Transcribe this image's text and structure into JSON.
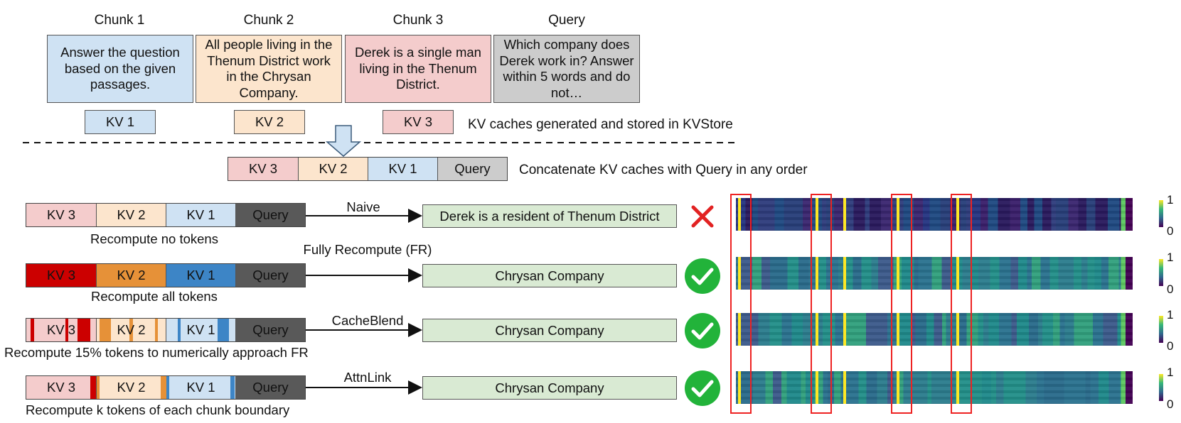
{
  "chunks": [
    {
      "header": "Chunk 1",
      "text": "Answer the question based on the given passages.",
      "kv": "KV 1"
    },
    {
      "header": "Chunk 2",
      "text": "All people living in the Thenum District work in the Chrysan Company.",
      "kv": "KV 2"
    },
    {
      "header": "Chunk 3",
      "text": "Derek is a single man living in the Thenum District.",
      "kv": "KV 3"
    },
    {
      "header": "Query",
      "text": "Which company does Derek work in? Answer within 5 words and do not…"
    }
  ],
  "notes": {
    "kv_stored": "KV caches generated and stored in KVStore",
    "concat": "Concatenate KV caches with Query in any order"
  },
  "concat_bar": [
    "KV 3",
    "KV 2",
    "KV 1",
    "Query"
  ],
  "rows": [
    {
      "bar": [
        "KV 3",
        "KV 2",
        "KV 1",
        "Query"
      ],
      "caption": "Recompute no tokens",
      "method": "Naive",
      "result": "Derek is a resident of Thenum District",
      "status": "wrong"
    },
    {
      "bar": [
        "KV 3",
        "KV 2",
        "KV 1",
        "Query"
      ],
      "caption": "Recompute all tokens",
      "method": "Fully Recompute (FR)",
      "result": "Chrysan Company",
      "status": "correct"
    },
    {
      "bar": [
        "KV 3",
        "KV 2",
        "KV 1",
        "Query"
      ],
      "caption": "Recompute 15% tokens to numerically approach FR",
      "method": "CacheBlend",
      "result": "Chrysan Company",
      "status": "correct"
    },
    {
      "bar": [
        "KV 3",
        "KV 2",
        "KV 1",
        "Query"
      ],
      "caption": "Recompute k tokens of each chunk boundary",
      "method": "AttnLink",
      "result": "Chrysan Company",
      "status": "correct"
    }
  ],
  "colorbar_ticks": [
    "1",
    "0"
  ],
  "colors": {
    "chunk1": "#cfe2f3",
    "chunk2": "#fce5cd",
    "chunk3": "#f4cccc",
    "query": "#cccccc",
    "kv3_full": "#cc0000",
    "kv2_full": "#e69138",
    "kv1_full": "#3d85c6",
    "query_dark": "#595959",
    "result": "#d9ead3",
    "check": "#22b33a",
    "cross": "#e22222",
    "highlight": "#e22222"
  }
}
